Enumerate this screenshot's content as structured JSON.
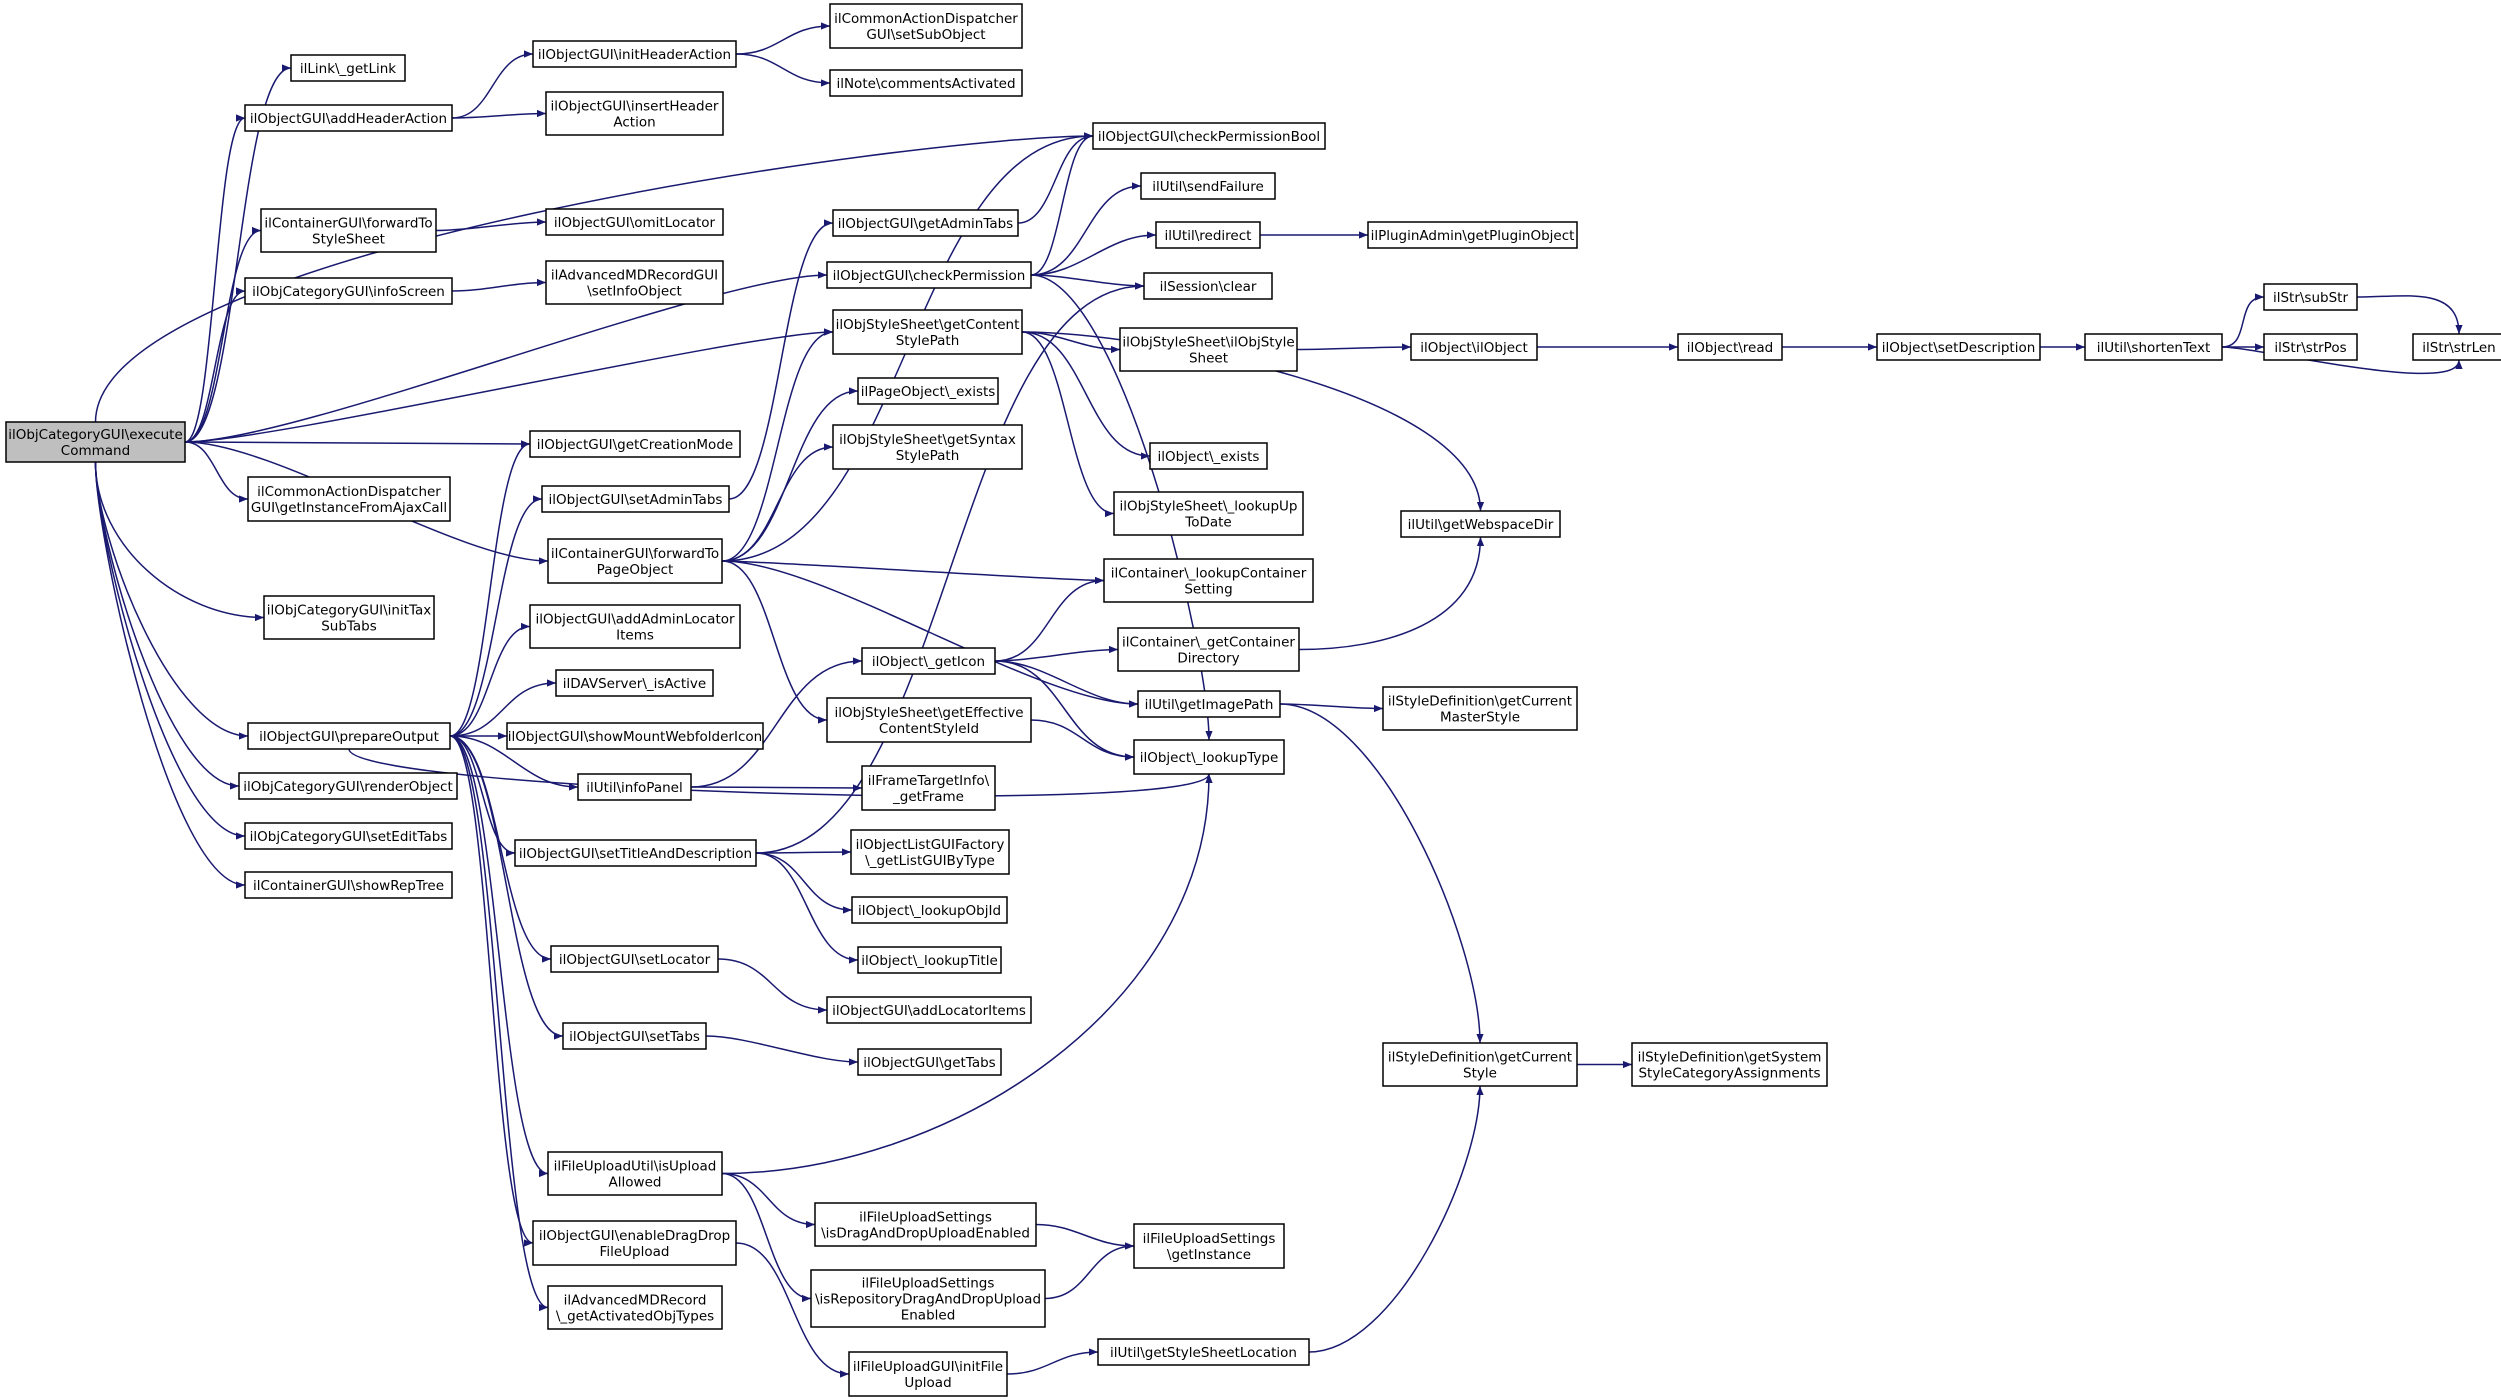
{
  "colors": {
    "edge": "#191970",
    "node_border": "#000000",
    "node_fill": "#ffffff",
    "root_fill": "#bfbfbf",
    "background": "#ffffff"
  },
  "nodes": [
    {
      "id": "root",
      "lines": [
        "ilObjCategoryGUI\\execute",
        "Command"
      ],
      "root": true
    },
    {
      "id": "getLink",
      "lines": [
        "ilLink\\_getLink"
      ]
    },
    {
      "id": "addHeaderAction",
      "lines": [
        "ilObjectGUI\\addHeaderAction"
      ]
    },
    {
      "id": "initHeaderAction",
      "lines": [
        "ilObjectGUI\\initHeaderAction"
      ]
    },
    {
      "id": "setSubObject",
      "lines": [
        "ilCommonActionDispatcher",
        "GUI\\setSubObject"
      ]
    },
    {
      "id": "commentsActivated",
      "lines": [
        "ilNote\\commentsActivated"
      ]
    },
    {
      "id": "insertHeaderAction",
      "lines": [
        "ilObjectGUI\\insertHeader",
        "Action"
      ]
    },
    {
      "id": "checkPermissionBool",
      "lines": [
        "ilObjectGUI\\checkPermissionBool"
      ]
    },
    {
      "id": "forwardToStyleSheet",
      "lines": [
        "ilContainerGUI\\forwardTo",
        "StyleSheet"
      ]
    },
    {
      "id": "omitLocator",
      "lines": [
        "ilObjectGUI\\omitLocator"
      ]
    },
    {
      "id": "getAdminTabs",
      "lines": [
        "ilObjectGUI\\getAdminTabs"
      ]
    },
    {
      "id": "sendFailure",
      "lines": [
        "ilUtil\\sendFailure"
      ]
    },
    {
      "id": "redirect",
      "lines": [
        "ilUtil\\redirect"
      ]
    },
    {
      "id": "getPluginObject",
      "lines": [
        "ilPluginAdmin\\getPluginObject"
      ]
    },
    {
      "id": "infoScreen",
      "lines": [
        "ilObjCategoryGUI\\infoScreen"
      ]
    },
    {
      "id": "setInfoObject",
      "lines": [
        "ilAdvancedMDRecordGUI",
        "\\setInfoObject"
      ]
    },
    {
      "id": "checkPermission",
      "lines": [
        "ilObjectGUI\\checkPermission"
      ]
    },
    {
      "id": "sessionClear",
      "lines": [
        "ilSession\\clear"
      ]
    },
    {
      "id": "getContentStylePath",
      "lines": [
        "ilObjStyleSheet\\getContent",
        "StylePath"
      ]
    },
    {
      "id": "ilObjStyleSheetCtor",
      "lines": [
        "ilObjStyleSheet\\ilObjStyle",
        "Sheet"
      ]
    },
    {
      "id": "ilObjectCtor",
      "lines": [
        "ilObject\\ilObject"
      ]
    },
    {
      "id": "read",
      "lines": [
        "ilObject\\read"
      ]
    },
    {
      "id": "setDescription",
      "lines": [
        "ilObject\\setDescription"
      ]
    },
    {
      "id": "shortenText",
      "lines": [
        "ilUtil\\shortenText"
      ]
    },
    {
      "id": "subStr",
      "lines": [
        "ilStr\\subStr"
      ]
    },
    {
      "id": "strPos",
      "lines": [
        "ilStr\\strPos"
      ]
    },
    {
      "id": "strLen",
      "lines": [
        "ilStr\\strLen"
      ]
    },
    {
      "id": "pageObjectExists",
      "lines": [
        "ilPageObject\\_exists"
      ]
    },
    {
      "id": "getCreationMode",
      "lines": [
        "ilObjectGUI\\getCreationMode"
      ]
    },
    {
      "id": "getSyntaxStylePath",
      "lines": [
        "ilObjStyleSheet\\getSyntax",
        "StylePath"
      ]
    },
    {
      "id": "objectExists",
      "lines": [
        "ilObject\\_exists"
      ]
    },
    {
      "id": "getInstanceFromAjaxCall",
      "lines": [
        "ilCommonActionDispatcher",
        "GUI\\getInstanceFromAjaxCall"
      ]
    },
    {
      "id": "setAdminTabs",
      "lines": [
        "ilObjectGUI\\setAdminTabs"
      ]
    },
    {
      "id": "lookupUpToDate",
      "lines": [
        "ilObjStyleSheet\\_lookupUp",
        "ToDate"
      ]
    },
    {
      "id": "getWebspaceDir",
      "lines": [
        "ilUtil\\getWebspaceDir"
      ]
    },
    {
      "id": "forwardToPageObject",
      "lines": [
        "ilContainerGUI\\forwardTo",
        "PageObject"
      ]
    },
    {
      "id": "lookupContainerSetting",
      "lines": [
        "ilContainer\\_lookupContainer",
        "Setting"
      ]
    },
    {
      "id": "initTaxSubTabs",
      "lines": [
        "ilObjCategoryGUI\\initTax",
        "SubTabs"
      ]
    },
    {
      "id": "addAdminLocatorItems",
      "lines": [
        "ilObjectGUI\\addAdminLocator",
        "Items"
      ]
    },
    {
      "id": "getContainerDirectory",
      "lines": [
        "ilContainer\\_getContainer",
        "Directory"
      ]
    },
    {
      "id": "getIcon",
      "lines": [
        "ilObject\\_getIcon"
      ]
    },
    {
      "id": "davIsActive",
      "lines": [
        "ilDAVServer\\_isActive"
      ]
    },
    {
      "id": "getImagePath",
      "lines": [
        "ilUtil\\getImagePath"
      ]
    },
    {
      "id": "getCurrentMasterStyle",
      "lines": [
        "ilStyleDefinition\\getCurrent",
        "MasterStyle"
      ]
    },
    {
      "id": "getEffectiveContentStyleId",
      "lines": [
        "ilObjStyleSheet\\getEffective",
        "ContentStyleId"
      ]
    },
    {
      "id": "prepareOutput",
      "lines": [
        "ilObjectGUI\\prepareOutput"
      ]
    },
    {
      "id": "showMountWebfolderIcon",
      "lines": [
        "ilObjectGUI\\showMountWebfolderIcon"
      ]
    },
    {
      "id": "lookupType",
      "lines": [
        "ilObject\\_lookupType"
      ]
    },
    {
      "id": "renderObject",
      "lines": [
        "ilObjCategoryGUI\\renderObject"
      ]
    },
    {
      "id": "infoPanel",
      "lines": [
        "ilUtil\\infoPanel"
      ]
    },
    {
      "id": "getFrame",
      "lines": [
        "ilFrameTargetInfo\\",
        "_getFrame"
      ]
    },
    {
      "id": "setEditTabs",
      "lines": [
        "ilObjCategoryGUI\\setEditTabs"
      ]
    },
    {
      "id": "showRepTree",
      "lines": [
        "ilContainerGUI\\showRepTree"
      ]
    },
    {
      "id": "setTitleAndDescription",
      "lines": [
        "ilObjectGUI\\setTitleAndDescription"
      ]
    },
    {
      "id": "getListGUIByType",
      "lines": [
        "ilObjectListGUIFactory",
        "\\_getListGUIByType"
      ]
    },
    {
      "id": "lookupObjId",
      "lines": [
        "ilObject\\_lookupObjId"
      ]
    },
    {
      "id": "lookupTitle",
      "lines": [
        "ilObject\\_lookupTitle"
      ]
    },
    {
      "id": "setLocator",
      "lines": [
        "ilObjectGUI\\setLocator"
      ]
    },
    {
      "id": "addLocatorItems",
      "lines": [
        "ilObjectGUI\\addLocatorItems"
      ]
    },
    {
      "id": "setTabs",
      "lines": [
        "ilObjectGUI\\setTabs"
      ]
    },
    {
      "id": "getTabs",
      "lines": [
        "ilObjectGUI\\getTabs"
      ]
    },
    {
      "id": "getCurrentStyle",
      "lines": [
        "ilStyleDefinition\\getCurrent",
        "Style"
      ]
    },
    {
      "id": "getSystemStyleCategoryAssignments",
      "lines": [
        "ilStyleDefinition\\getSystem",
        "StyleCategoryAssignments"
      ]
    },
    {
      "id": "isUploadAllowed",
      "lines": [
        "ilFileUploadUtil\\isUpload",
        "Allowed"
      ]
    },
    {
      "id": "isDragAndDropUploadEnabled",
      "lines": [
        "ilFileUploadSettings",
        "\\isDragAndDropUploadEnabled"
      ]
    },
    {
      "id": "getInstance",
      "lines": [
        "ilFileUploadSettings",
        "\\getInstance"
      ]
    },
    {
      "id": "enableDragDropFileUpload",
      "lines": [
        "ilObjectGUI\\enableDragDrop",
        "FileUpload"
      ]
    },
    {
      "id": "isRepositoryDragAndDropUploadEnabled",
      "lines": [
        "ilFileUploadSettings",
        "\\isRepositoryDragAndDropUpload",
        "Enabled"
      ]
    },
    {
      "id": "getActivatedObjTypes",
      "lines": [
        "ilAdvancedMDRecord",
        "\\_getActivatedObjTypes"
      ]
    },
    {
      "id": "initFileUpload",
      "lines": [
        "ilFileUploadGUI\\initFile",
        "Upload"
      ]
    },
    {
      "id": "getStyleSheetLocation",
      "lines": [
        "ilUtil\\getStyleSheetLocation"
      ]
    }
  ],
  "edges": [
    [
      "root",
      "getLink"
    ],
    [
      "root",
      "addHeaderAction"
    ],
    [
      "root",
      "checkPermissionBool"
    ],
    [
      "root",
      "forwardToStyleSheet"
    ],
    [
      "root",
      "infoScreen"
    ],
    [
      "root",
      "checkPermission"
    ],
    [
      "root",
      "getContentStylePath"
    ],
    [
      "root",
      "getCreationMode"
    ],
    [
      "root",
      "getInstanceFromAjaxCall"
    ],
    [
      "root",
      "forwardToPageObject"
    ],
    [
      "root",
      "initTaxSubTabs"
    ],
    [
      "root",
      "prepareOutput"
    ],
    [
      "root",
      "renderObject"
    ],
    [
      "root",
      "setEditTabs"
    ],
    [
      "root",
      "showRepTree"
    ],
    [
      "addHeaderAction",
      "initHeaderAction"
    ],
    [
      "addHeaderAction",
      "insertHeaderAction"
    ],
    [
      "initHeaderAction",
      "setSubObject"
    ],
    [
      "initHeaderAction",
      "commentsActivated"
    ],
    [
      "forwardToStyleSheet",
      "omitLocator"
    ],
    [
      "infoScreen",
      "setInfoObject"
    ],
    [
      "getAdminTabs",
      "checkPermissionBool"
    ],
    [
      "checkPermission",
      "checkPermissionBool"
    ],
    [
      "checkPermission",
      "sendFailure"
    ],
    [
      "checkPermission",
      "redirect"
    ],
    [
      "checkPermission",
      "sessionClear"
    ],
    [
      "checkPermission",
      "lookupType"
    ],
    [
      "redirect",
      "getPluginObject"
    ],
    [
      "getContentStylePath",
      "ilObjStyleSheetCtor"
    ],
    [
      "getContentStylePath",
      "objectExists"
    ],
    [
      "getContentStylePath",
      "lookupUpToDate"
    ],
    [
      "getContentStylePath",
      "getWebspaceDir"
    ],
    [
      "ilObjStyleSheetCtor",
      "ilObjectCtor"
    ],
    [
      "ilObjectCtor",
      "read"
    ],
    [
      "read",
      "setDescription"
    ],
    [
      "setDescription",
      "shortenText"
    ],
    [
      "shortenText",
      "subStr"
    ],
    [
      "shortenText",
      "strPos"
    ],
    [
      "shortenText",
      "strLen"
    ],
    [
      "subStr",
      "strLen"
    ],
    [
      "setAdminTabs",
      "getAdminTabs"
    ],
    [
      "forwardToPageObject",
      "checkPermissionBool"
    ],
    [
      "forwardToPageObject",
      "getContentStylePath"
    ],
    [
      "forwardToPageObject",
      "pageObjectExists"
    ],
    [
      "forwardToPageObject",
      "getSyntaxStylePath"
    ],
    [
      "forwardToPageObject",
      "lookupContainerSetting"
    ],
    [
      "forwardToPageObject",
      "getEffectiveContentStyleId"
    ],
    [
      "forwardToPageObject",
      "getImagePath"
    ],
    [
      "prepareOutput",
      "getCreationMode"
    ],
    [
      "prepareOutput",
      "setAdminTabs"
    ],
    [
      "prepareOutput",
      "addAdminLocatorItems"
    ],
    [
      "prepareOutput",
      "davIsActive"
    ],
    [
      "prepareOutput",
      "showMountWebfolderIcon"
    ],
    [
      "prepareOutput",
      "infoPanel"
    ],
    [
      "prepareOutput",
      "setTitleAndDescription"
    ],
    [
      "prepareOutput",
      "setLocator"
    ],
    [
      "prepareOutput",
      "setTabs"
    ],
    [
      "prepareOutput",
      "isUploadAllowed"
    ],
    [
      "prepareOutput",
      "enableDragDropFileUpload"
    ],
    [
      "prepareOutput",
      "getActivatedObjTypes"
    ],
    [
      "prepareOutput",
      "lookupType"
    ],
    [
      "infoPanel",
      "getIcon"
    ],
    [
      "infoPanel",
      "getFrame"
    ],
    [
      "getIcon",
      "lookupContainerSetting"
    ],
    [
      "getIcon",
      "getContainerDirectory"
    ],
    [
      "getIcon",
      "getImagePath"
    ],
    [
      "getIcon",
      "lookupType"
    ],
    [
      "getContainerDirectory",
      "getWebspaceDir"
    ],
    [
      "getImagePath",
      "getCurrentMasterStyle"
    ],
    [
      "getImagePath",
      "getCurrentStyle"
    ],
    [
      "getEffectiveContentStyleId",
      "lookupType"
    ],
    [
      "setTitleAndDescription",
      "sessionClear"
    ],
    [
      "setTitleAndDescription",
      "getListGUIByType"
    ],
    [
      "setTitleAndDescription",
      "lookupObjId"
    ],
    [
      "setTitleAndDescription",
      "lookupTitle"
    ],
    [
      "setLocator",
      "addLocatorItems"
    ],
    [
      "setTabs",
      "getTabs"
    ],
    [
      "getCurrentStyle",
      "getSystemStyleCategoryAssignments"
    ],
    [
      "isUploadAllowed",
      "lookupType"
    ],
    [
      "isUploadAllowed",
      "isDragAndDropUploadEnabled"
    ],
    [
      "isUploadAllowed",
      "isRepositoryDragAndDropUploadEnabled"
    ],
    [
      "isDragAndDropUploadEnabled",
      "getInstance"
    ],
    [
      "isRepositoryDragAndDropUploadEnabled",
      "getInstance"
    ],
    [
      "enableDragDropFileUpload",
      "initFileUpload"
    ],
    [
      "initFileUpload",
      "getStyleSheetLocation"
    ],
    [
      "getStyleSheetLocation",
      "getCurrentStyle"
    ]
  ]
}
